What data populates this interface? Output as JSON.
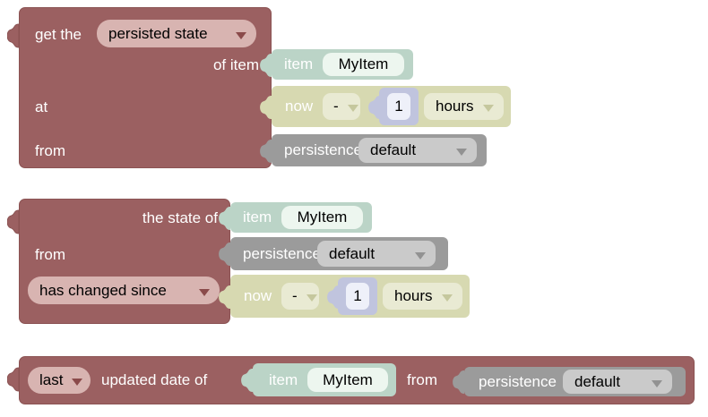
{
  "colors": {
    "canvas_bg": "#ffffff",
    "rule_block": "#9b6061",
    "rule_block_dropdown": "#d8b4b1",
    "item_block": "#bbd4c7",
    "item_field": "#edf6ef",
    "datetime_block": "#d7d9b1",
    "datetime_dropdown": "#e9ead3",
    "number_block": "#c0c4de",
    "number_field": "#eef0f9",
    "persistence_block": "#9b9b9b",
    "persistence_dropdown": "#cacaca",
    "label_text": "#ffffff",
    "field_text": "#000000"
  },
  "group1": {
    "label_get_the": "get the",
    "dd_state_type": "persisted state",
    "label_of_item": "of item",
    "label_at": "at",
    "label_from": "from",
    "item": {
      "label": "item",
      "name": "MyItem"
    },
    "datetime": {
      "label": "now",
      "operator": "-",
      "value": "1",
      "unit": "hours"
    },
    "persistence": {
      "label": "persistence",
      "store": "default"
    }
  },
  "group2": {
    "label_state_of": "the state of",
    "label_from": "from",
    "dd_condition": "has changed since",
    "item": {
      "label": "item",
      "name": "MyItem"
    },
    "datetime": {
      "label": "now",
      "operator": "-",
      "value": "1",
      "unit": "hours"
    },
    "persistence": {
      "label": "persistence",
      "store": "default"
    }
  },
  "group3": {
    "dd_period": "last",
    "label_updated_date_of": "updated date of",
    "label_from": "from",
    "item": {
      "label": "item",
      "name": "MyItem"
    },
    "persistence": {
      "label": "persistence",
      "store": "default"
    }
  }
}
